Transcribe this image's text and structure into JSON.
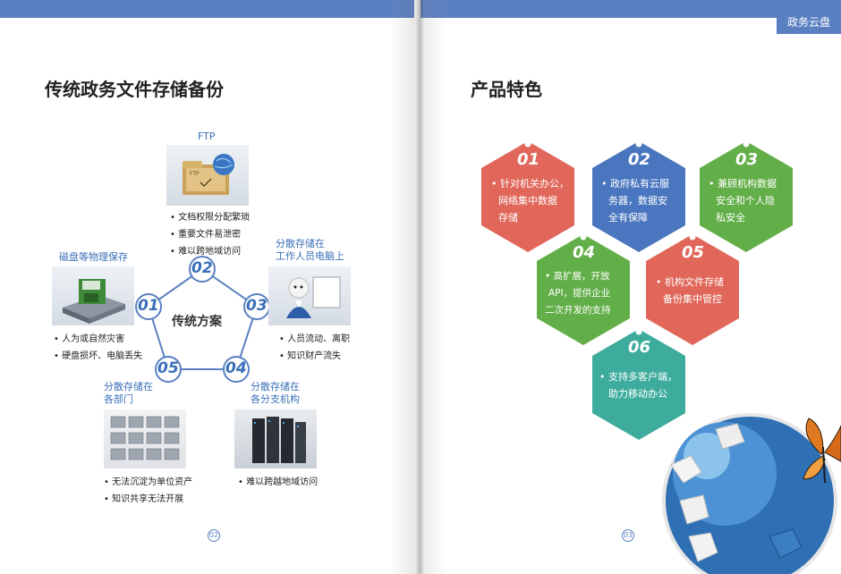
{
  "header": {
    "tag": "政务云盘"
  },
  "left": {
    "title": "传统政务文件存储备份",
    "center_label": "传统方案",
    "page_number": "02",
    "nodes": [
      {
        "num": "01",
        "label_lines": [
          "磁盘等物理保存"
        ],
        "bullets": [
          "人为或自然灾害",
          "硬盘损坏、电脑丢失"
        ]
      },
      {
        "num": "02",
        "label_lines": [
          "FTP"
        ],
        "bullets": [
          "文档权限分配繁琐",
          "重要文件易泄密",
          "难以跨地域访问"
        ]
      },
      {
        "num": "03",
        "label_lines": [
          "分散存储在",
          "工作人员电脑上"
        ],
        "bullets": [
          "人员流动、离职",
          "知识财产流失"
        ]
      },
      {
        "num": "04",
        "label_lines": [
          "分散存储在",
          "各分支机构"
        ],
        "bullets": [
          "难以跨越地域访问"
        ]
      },
      {
        "num": "05",
        "label_lines": [
          "分散存储在",
          "各部门"
        ],
        "bullets": [
          "无法沉淀为单位资产",
          "知识共享无法开展"
        ]
      }
    ],
    "icons": [
      "hdd-icon",
      "ftp-folder-icon",
      "person-presentation-icon",
      "server-rack-icon",
      "office-cubicles-icon"
    ]
  },
  "right": {
    "title": "产品特色",
    "page_number": "03",
    "features": [
      {
        "num": "01",
        "color": "#e0675a",
        "lines": [
          "• 针对机关办公，",
          "网络集中数据",
          "存储"
        ]
      },
      {
        "num": "02",
        "color": "#4a76bf",
        "lines": [
          "• 政府私有云服",
          "务器，数据安",
          "全有保障"
        ]
      },
      {
        "num": "03",
        "color": "#62ae48",
        "lines": [
          "• 兼顾机构数据",
          "安全和个人隐",
          "私安全"
        ]
      },
      {
        "num": "04",
        "color": "#62ae48",
        "lines": [
          "• 高扩展，开放",
          "API，提供企业",
          "二次开发的支持"
        ]
      },
      {
        "num": "05",
        "color": "#e0675a",
        "lines": [
          "• 机构文件存储",
          "备份集中管控"
        ]
      },
      {
        "num": "06",
        "color": "#3eac9d",
        "lines": [
          "• 支持多客户端，",
          "助力移动办公"
        ]
      }
    ],
    "decoration_icons": [
      "puzzle-globe-icon",
      "butterfly-icon"
    ]
  }
}
